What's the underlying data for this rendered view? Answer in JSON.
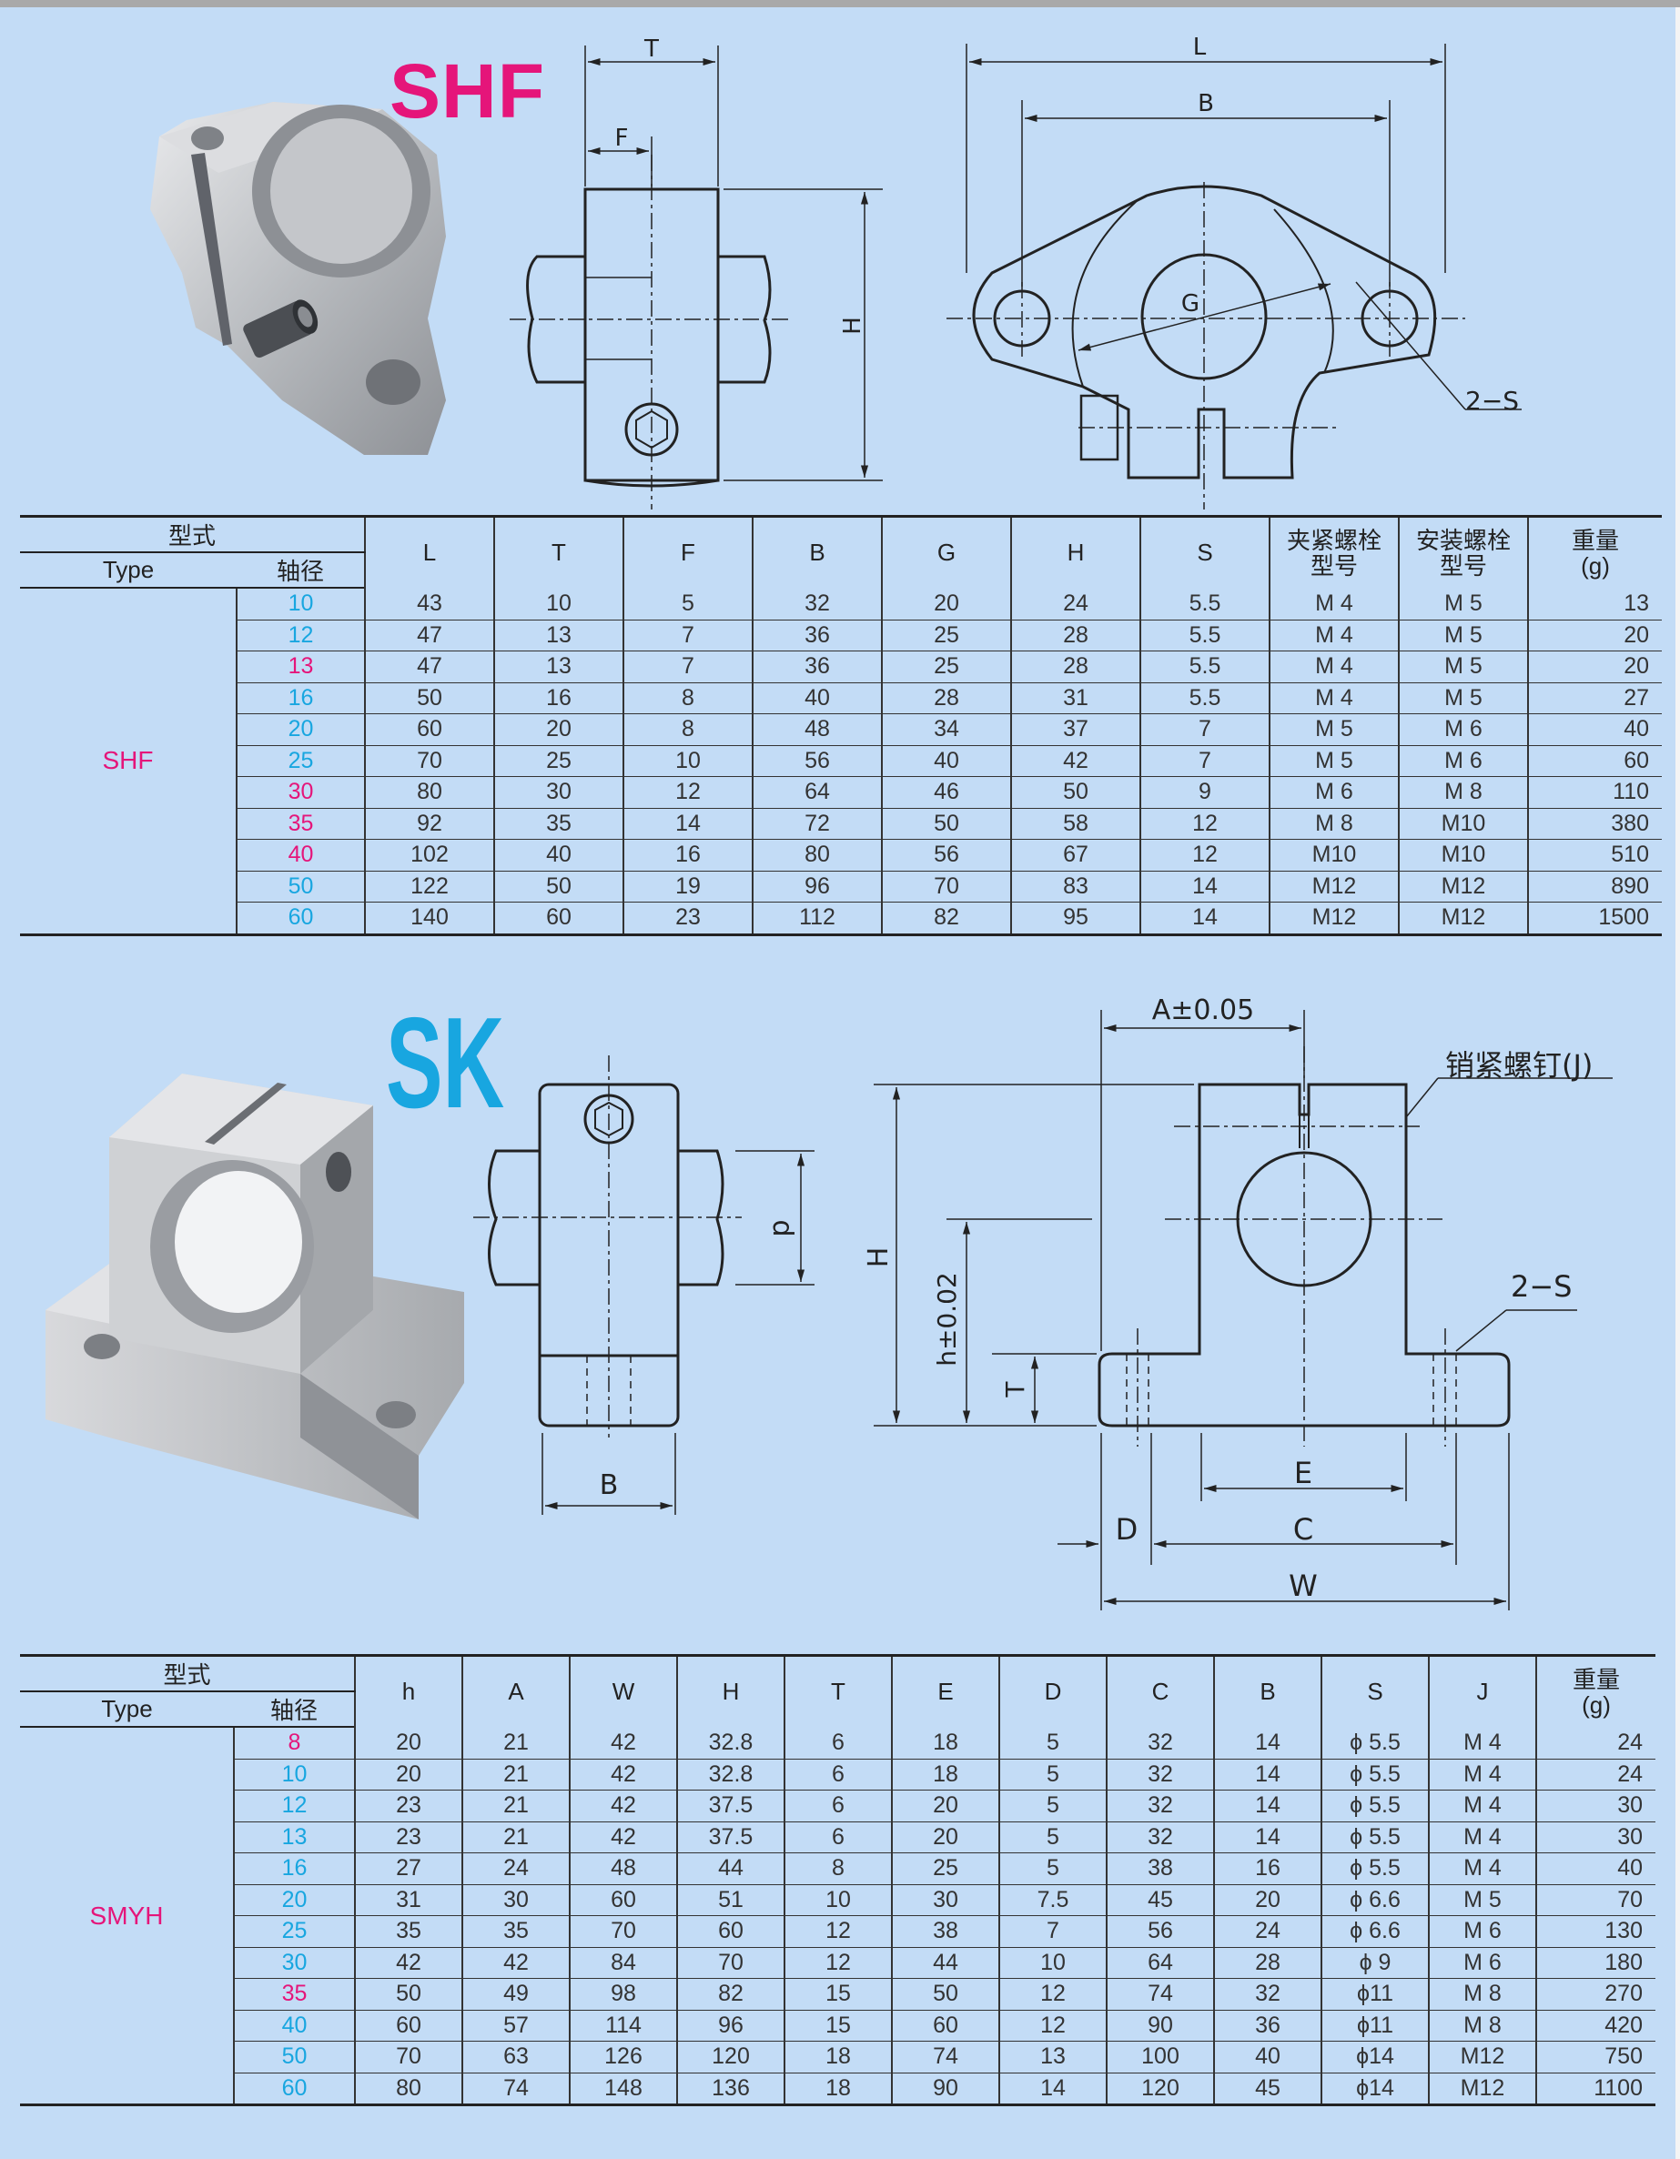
{
  "shf": {
    "title": "SHF",
    "dims": {
      "T": "T",
      "F": "F",
      "H": "H",
      "L": "L",
      "B": "B",
      "G": "G",
      "S": "2−S"
    },
    "table": {
      "h_type_cn": "型式",
      "h_type": "Type",
      "h_shaft": "轴径",
      "columns": [
        "L",
        "T",
        "F",
        "B",
        "G",
        "H",
        "S"
      ],
      "col_clamp": [
        "夹紧螺栓",
        "型号"
      ],
      "col_mount": [
        "安装螺栓",
        "型号"
      ],
      "col_weight": [
        "重量",
        "(g)"
      ],
      "type_name": "SHF",
      "rows": [
        {
          "d": "10",
          "color": "cyan",
          "v": [
            "43",
            "10",
            "5",
            "32",
            "20",
            "24",
            "5.5",
            "M 4",
            "M 5",
            "13"
          ]
        },
        {
          "d": "12",
          "color": "cyan",
          "v": [
            "47",
            "13",
            "7",
            "36",
            "25",
            "28",
            "5.5",
            "M 4",
            "M 5",
            "20"
          ]
        },
        {
          "d": "13",
          "color": "pink",
          "v": [
            "47",
            "13",
            "7",
            "36",
            "25",
            "28",
            "5.5",
            "M 4",
            "M 5",
            "20"
          ]
        },
        {
          "d": "16",
          "color": "cyan",
          "v": [
            "50",
            "16",
            "8",
            "40",
            "28",
            "31",
            "5.5",
            "M 4",
            "M 5",
            "27"
          ]
        },
        {
          "d": "20",
          "color": "cyan",
          "v": [
            "60",
            "20",
            "8",
            "48",
            "34",
            "37",
            "7",
            "M 5",
            "M 6",
            "40"
          ]
        },
        {
          "d": "25",
          "color": "cyan",
          "v": [
            "70",
            "25",
            "10",
            "56",
            "40",
            "42",
            "7",
            "M 5",
            "M 6",
            "60"
          ]
        },
        {
          "d": "30",
          "color": "pink",
          "v": [
            "80",
            "30",
            "12",
            "64",
            "46",
            "50",
            "9",
            "M 6",
            "M 8",
            "110"
          ]
        },
        {
          "d": "35",
          "color": "pink",
          "v": [
            "92",
            "35",
            "14",
            "72",
            "50",
            "58",
            "12",
            "M 8",
            "M10",
            "380"
          ]
        },
        {
          "d": "40",
          "color": "pink",
          "v": [
            "102",
            "40",
            "16",
            "80",
            "56",
            "67",
            "12",
            "M10",
            "M10",
            "510"
          ]
        },
        {
          "d": "50",
          "color": "cyan",
          "v": [
            "122",
            "50",
            "19",
            "96",
            "70",
            "83",
            "14",
            "M12",
            "M12",
            "890"
          ]
        },
        {
          "d": "60",
          "color": "cyan",
          "v": [
            "140",
            "60",
            "23",
            "112",
            "82",
            "95",
            "14",
            "M12",
            "M12",
            "1500"
          ]
        }
      ]
    }
  },
  "sk": {
    "title": "SK",
    "dims": {
      "A": "A±0.05",
      "J": "销紧螺钉(J)",
      "H": "H",
      "h": "h±0.02",
      "T": "T",
      "d": "d",
      "B": "B",
      "E": "E",
      "D": "D",
      "C": "C",
      "W": "W",
      "S": "2−S"
    },
    "table": {
      "h_type_cn": "型式",
      "h_type": "Type",
      "h_shaft": "轴径",
      "columns": [
        "h",
        "A",
        "W",
        "H",
        "T",
        "E",
        "D",
        "C",
        "B",
        "S",
        "J"
      ],
      "col_weight": [
        "重量",
        "(g)"
      ],
      "type_name": "SMYH",
      "rows": [
        {
          "d": "8",
          "color": "pink",
          "v": [
            "20",
            "21",
            "42",
            "32.8",
            "6",
            "18",
            "5",
            "32",
            "14",
            "ϕ 5.5",
            "M 4",
            "24"
          ]
        },
        {
          "d": "10",
          "color": "cyan",
          "v": [
            "20",
            "21",
            "42",
            "32.8",
            "6",
            "18",
            "5",
            "32",
            "14",
            "ϕ 5.5",
            "M 4",
            "24"
          ]
        },
        {
          "d": "12",
          "color": "cyan",
          "v": [
            "23",
            "21",
            "42",
            "37.5",
            "6",
            "20",
            "5",
            "32",
            "14",
            "ϕ 5.5",
            "M 4",
            "30"
          ]
        },
        {
          "d": "13",
          "color": "cyan",
          "v": [
            "23",
            "21",
            "42",
            "37.5",
            "6",
            "20",
            "5",
            "32",
            "14",
            "ϕ 5.5",
            "M 4",
            "30"
          ]
        },
        {
          "d": "16",
          "color": "cyan",
          "v": [
            "27",
            "24",
            "48",
            "44",
            "8",
            "25",
            "5",
            "38",
            "16",
            "ϕ 5.5",
            "M 4",
            "40"
          ]
        },
        {
          "d": "20",
          "color": "cyan",
          "v": [
            "31",
            "30",
            "60",
            "51",
            "10",
            "30",
            "7.5",
            "45",
            "20",
            "ϕ 6.6",
            "M 5",
            "70"
          ]
        },
        {
          "d": "25",
          "color": "cyan",
          "v": [
            "35",
            "35",
            "70",
            "60",
            "12",
            "38",
            "7",
            "56",
            "24",
            "ϕ 6.6",
            "M 6",
            "130"
          ]
        },
        {
          "d": "30",
          "color": "cyan",
          "v": [
            "42",
            "42",
            "84",
            "70",
            "12",
            "44",
            "10",
            "64",
            "28",
            "ϕ 9",
            "M 6",
            "180"
          ]
        },
        {
          "d": "35",
          "color": "pink",
          "v": [
            "50",
            "49",
            "98",
            "82",
            "15",
            "50",
            "12",
            "74",
            "32",
            "ϕ11",
            "M 8",
            "270"
          ]
        },
        {
          "d": "40",
          "color": "cyan",
          "v": [
            "60",
            "57",
            "114",
            "96",
            "15",
            "60",
            "12",
            "90",
            "36",
            "ϕ11",
            "M 8",
            "420"
          ]
        },
        {
          "d": "50",
          "color": "cyan",
          "v": [
            "70",
            "63",
            "126",
            "120",
            "18",
            "74",
            "13",
            "100",
            "40",
            "ϕ14",
            "M12",
            "750"
          ]
        },
        {
          "d": "60",
          "color": "cyan",
          "v": [
            "80",
            "74",
            "148",
            "136",
            "18",
            "90",
            "14",
            "120",
            "45",
            "ϕ14",
            "M12",
            "1100"
          ]
        }
      ]
    }
  }
}
